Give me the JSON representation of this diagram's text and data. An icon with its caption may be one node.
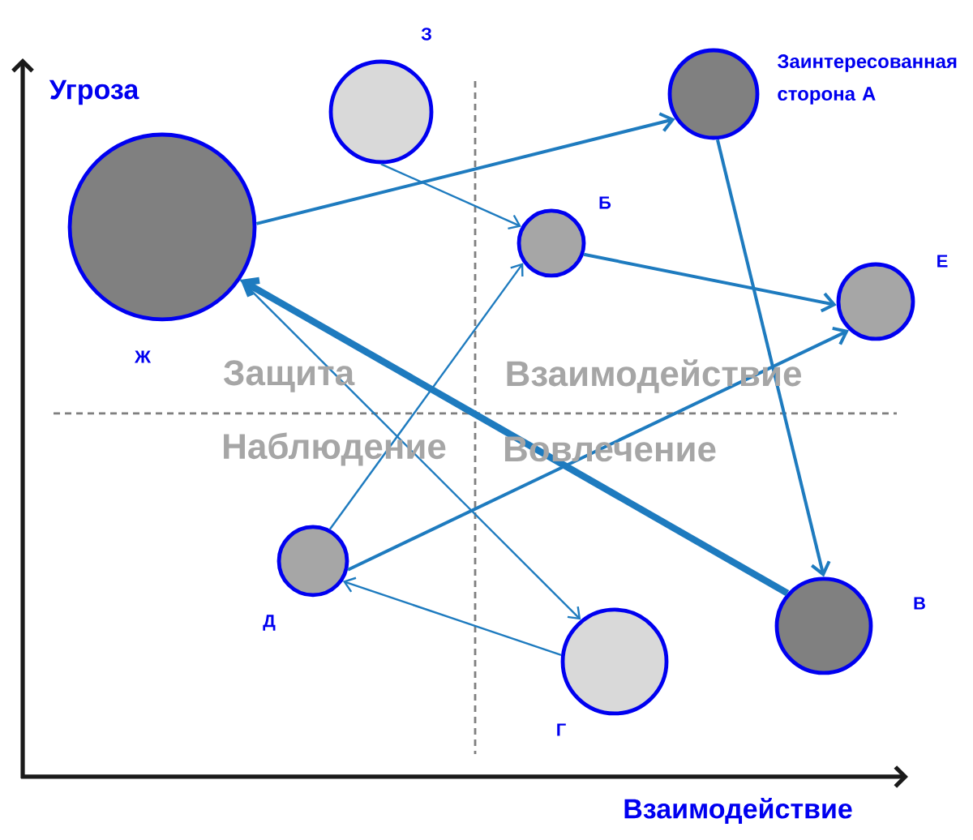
{
  "diagram": {
    "nodes": [
      {
        "text": [],
        "shape": "circle",
        "beside": [
          "Заинтересованная сторона А"
        ]
      },
      {
        "text": [],
        "shape": "circle",
        "beside": [
          "З"
        ]
      },
      {
        "text": [],
        "shape": "circle",
        "beside": [
          "Ж"
        ]
      },
      {
        "text": [],
        "shape": "circle",
        "beside": [
          "Б"
        ]
      },
      {
        "text": [],
        "shape": "circle",
        "beside": [
          "Е"
        ]
      },
      {
        "text": [],
        "shape": "circle",
        "beside": [
          "Д"
        ]
      },
      {
        "text": [],
        "shape": "circle",
        "beside": [
          "В"
        ]
      },
      {
        "text": [],
        "shape": "circle",
        "beside": [
          "Г"
        ]
      }
    ],
    "edges": [
      {
        "from": 2,
        "to": 0,
        "arrow": "to"
      },
      {
        "from": 1,
        "to": 3,
        "arrow": "to"
      },
      {
        "from": 3,
        "to": 4,
        "arrow": "to"
      },
      {
        "from": 0,
        "to": 6,
        "arrow": "to"
      },
      {
        "from": 6,
        "to": 2,
        "arrow": "to",
        "style": "thick"
      },
      {
        "from": 2,
        "to": 7,
        "arrow": "to"
      },
      {
        "from": 5,
        "to": 3,
        "arrow": "to"
      },
      {
        "from": 5,
        "to": 4,
        "arrow": "to"
      },
      {
        "from": 7,
        "to": 5,
        "arrow": "to"
      }
    ],
    "labels": [
      "Угроза",
      "Защита",
      "Взаимодействие",
      "Наблюдение",
      "Вовлечение",
      "Взаимодействие"
    ]
  }
}
